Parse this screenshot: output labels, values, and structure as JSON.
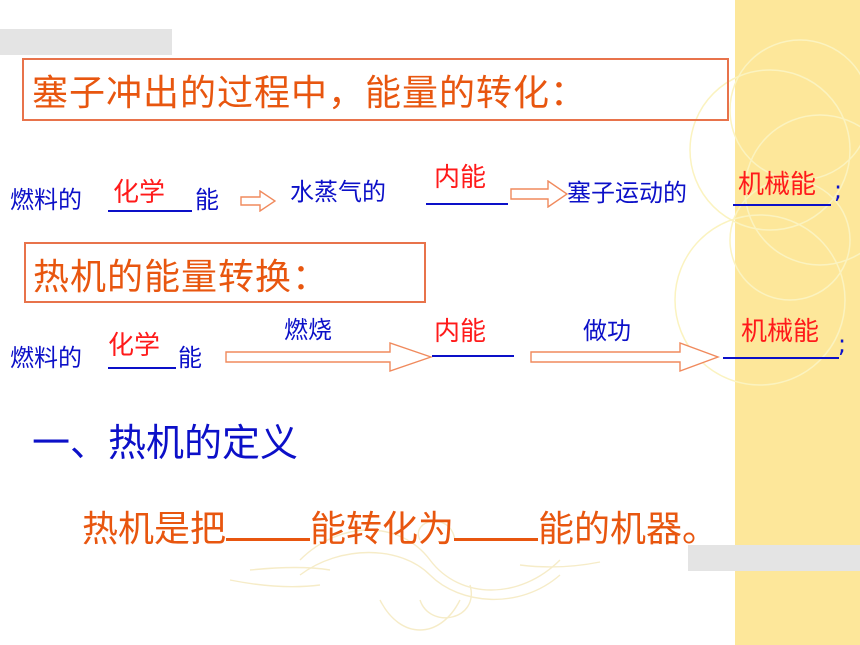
{
  "colors": {
    "orange": "#e8560f",
    "blue": "#0c10c8",
    "red": "#ff1a1a",
    "accent_strip": "#fde79a"
  },
  "heading1": "塞子冲出的过程中，能量的转化：",
  "row1": {
    "fuel_prefix": "燃料的",
    "fuel_answer": "化学",
    "fuel_suffix": "能",
    "steam_prefix": "水蒸气的",
    "steam_answer": "内能",
    "plug_prefix": "塞子运动的",
    "plug_answer": "机械能",
    "end": ";"
  },
  "heading2": "热机的能量转换：",
  "row2": {
    "fuel_prefix": "燃料的",
    "fuel_answer": "化学",
    "fuel_suffix": "能",
    "arrow1_label": "燃烧",
    "mid_answer": "内能",
    "arrow2_label": "做功",
    "end_answer": "机械能",
    "end": ";"
  },
  "section_title": "一、热机的定义",
  "definition": {
    "part1": "热机是把",
    "part2": "能转化为",
    "part3": "能的机器。"
  }
}
